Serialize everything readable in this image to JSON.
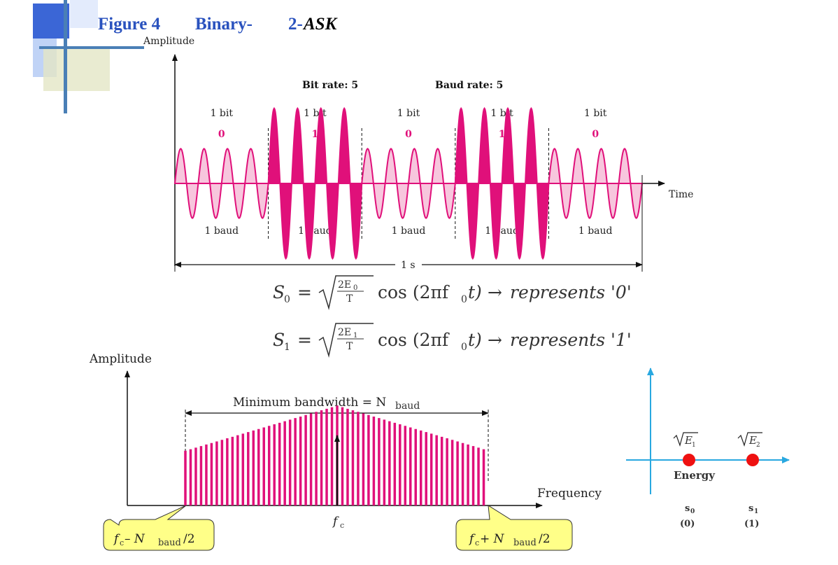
{
  "title": {
    "figure": "Figure 4",
    "name": "Binary-",
    "mod_num": "2-",
    "mod_name": "ASK"
  },
  "colors": {
    "accent_blue": "#2a52be",
    "signal_pink": "#e0107a",
    "signal_pink_light": "#f7c6dd",
    "axis_cyan": "#29a8e0",
    "dot_red": "#ee1111",
    "callout_yellow": "#ffff88"
  },
  "time_plot": {
    "y_label": "Amplitude",
    "x_label": "Time",
    "bit_rate": "Bit rate: 5",
    "baud_rate": "Baud rate: 5",
    "bit_unit": "1 bit",
    "baud_unit": "1 baud",
    "duration": "1 s",
    "bits": [
      0,
      1,
      0,
      1,
      0
    ],
    "bit_labels": [
      "0",
      "1",
      "0",
      "1",
      "0"
    ],
    "cycles_per_bit": 4,
    "low_amplitude": 0.31,
    "high_amplitude": 0.67
  },
  "equations": {
    "s0": {
      "lhs": "S",
      "sub": "0",
      "eq": "=",
      "num": "2E",
      "num_sub": "0",
      "den": "T",
      "func": "cos (2πf",
      "func_sub": "0",
      "arg_end": "t)",
      "arrow": "→",
      "text": "represents '0'"
    },
    "s1": {
      "lhs": "S",
      "sub": "1",
      "eq": "=",
      "num": "2E",
      "num_sub": "1",
      "den": "T",
      "func": "cos (2πf",
      "func_sub": "0",
      "arg_end": "t)",
      "arrow": "→",
      "text": "represents '1'"
    }
  },
  "spectrum": {
    "y_label": "Amplitude",
    "x_label": "Frequency",
    "bandwidth_label": "Minimum bandwidth = N",
    "bandwidth_sub": "baud",
    "center_label": "f",
    "center_sub": "c",
    "left_callout": {
      "f": "f",
      "fsub": "c",
      "op": " – N",
      "nsub": "baud",
      "tail": "/2"
    },
    "right_callout": {
      "f": "f",
      "fsub": "c",
      "op": " + N",
      "nsub": "baud",
      "tail": "/2"
    },
    "line_count": 29,
    "edge_height": 0.34,
    "center_height": 0.62
  },
  "constellation": {
    "label_e1": "E",
    "label_e1_sub": "1",
    "label_e2": "E",
    "label_e2_sub": "2",
    "energy_label": "Energy",
    "s0_label": "s",
    "s0_sub": "0",
    "s0_bit": "(0)",
    "s1_label": "s",
    "s1_sub": "1",
    "s1_bit": "(1)"
  }
}
